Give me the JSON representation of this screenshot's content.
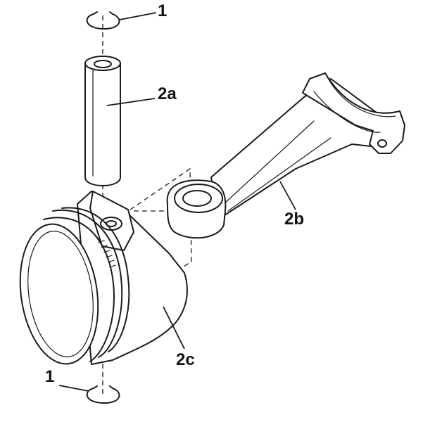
{
  "labels": {
    "circlip_top": "1",
    "circlip_bottom": "1",
    "piston_pin": "2a",
    "connecting_rod": "2b",
    "piston": "2c"
  }
}
